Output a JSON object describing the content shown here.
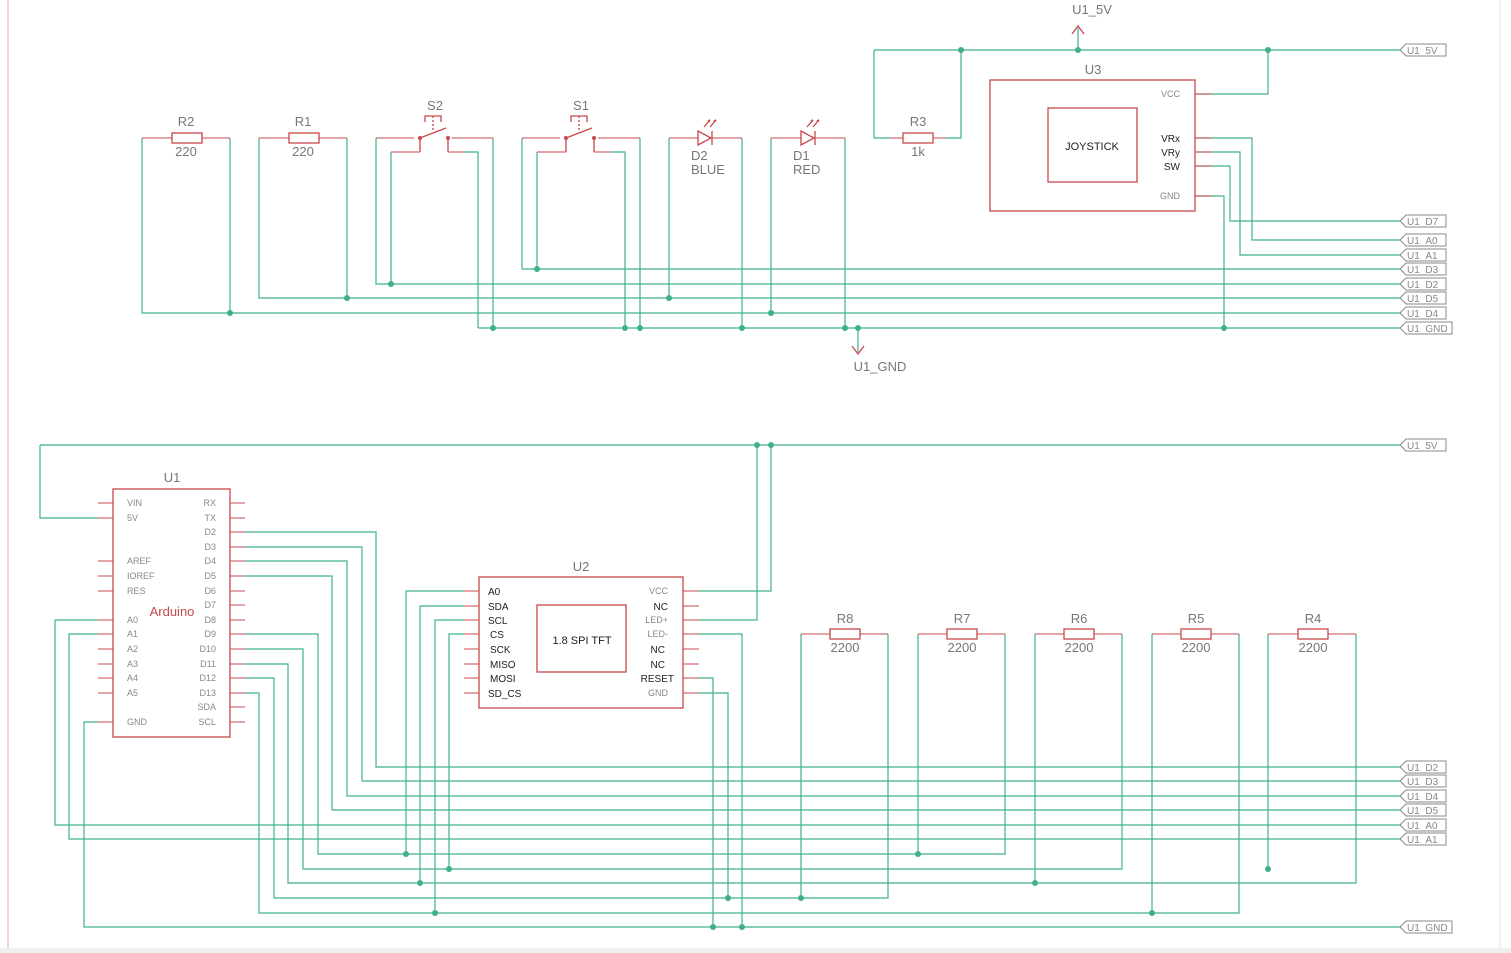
{
  "components": {
    "R2": {
      "ref": "R2",
      "value": "220"
    },
    "R1": {
      "ref": "R1",
      "value": "220"
    },
    "S2": {
      "ref": "S2"
    },
    "S1": {
      "ref": "S1"
    },
    "D2": {
      "ref": "D2",
      "value": "BLUE"
    },
    "D1": {
      "ref": "D1",
      "value": "RED"
    },
    "R3": {
      "ref": "R3",
      "value": "1k"
    },
    "R8": {
      "ref": "R8",
      "value": "2200"
    },
    "R7": {
      "ref": "R7",
      "value": "2200"
    },
    "R6": {
      "ref": "R6",
      "value": "2200"
    },
    "R5": {
      "ref": "R5",
      "value": "2200"
    },
    "R4": {
      "ref": "R4",
      "value": "2200"
    },
    "U3": {
      "ref": "U3",
      "name": "JOYSTICK",
      "pins": [
        "VCC",
        "VRx",
        "VRy",
        "SW",
        "GND"
      ]
    },
    "U1": {
      "ref": "U1",
      "name": "Arduino",
      "left_pins": [
        "VIN",
        "5V",
        "AREF",
        "IOREF",
        "RES",
        "A0",
        "A1",
        "A2",
        "A3",
        "A4",
        "A5",
        "GND"
      ],
      "right_pins": [
        "RX",
        "TX",
        "D2",
        "D3",
        "D4",
        "D5",
        "D6",
        "D7",
        "D8",
        "D9",
        "D10",
        "D11",
        "D12",
        "D13",
        "SDA",
        "SCL"
      ]
    },
    "U2": {
      "ref": "U2",
      "name": "1.8 SPI TFT",
      "left_pins": [
        "A0",
        "SDA",
        "SCL",
        "CS",
        "SCK",
        "MISO",
        "MOSI",
        "SD_CS"
      ],
      "right_pins": [
        "VCC",
        "NC",
        "LED+",
        "LED-",
        "NC",
        "NC",
        "RESET",
        "GND"
      ]
    }
  },
  "power": {
    "vcc": "U1_5V",
    "gnd": "U1_GND"
  },
  "net_flags_top": [
    "U1_5V",
    "U1_D7",
    "U1_A0",
    "U1_A1",
    "U1_D3",
    "U1_D2",
    "U1_D5",
    "U1_D4",
    "U1_GND"
  ],
  "net_flags_bottom": [
    "U1_5V",
    "U1_D2",
    "U1_D3",
    "U1_D4",
    "U1_D5",
    "U1_A0",
    "U1_A1",
    "U1_GND"
  ],
  "colors": {
    "wire": "#3fb08a",
    "symbol": "#c9484c",
    "text": "#777777"
  }
}
